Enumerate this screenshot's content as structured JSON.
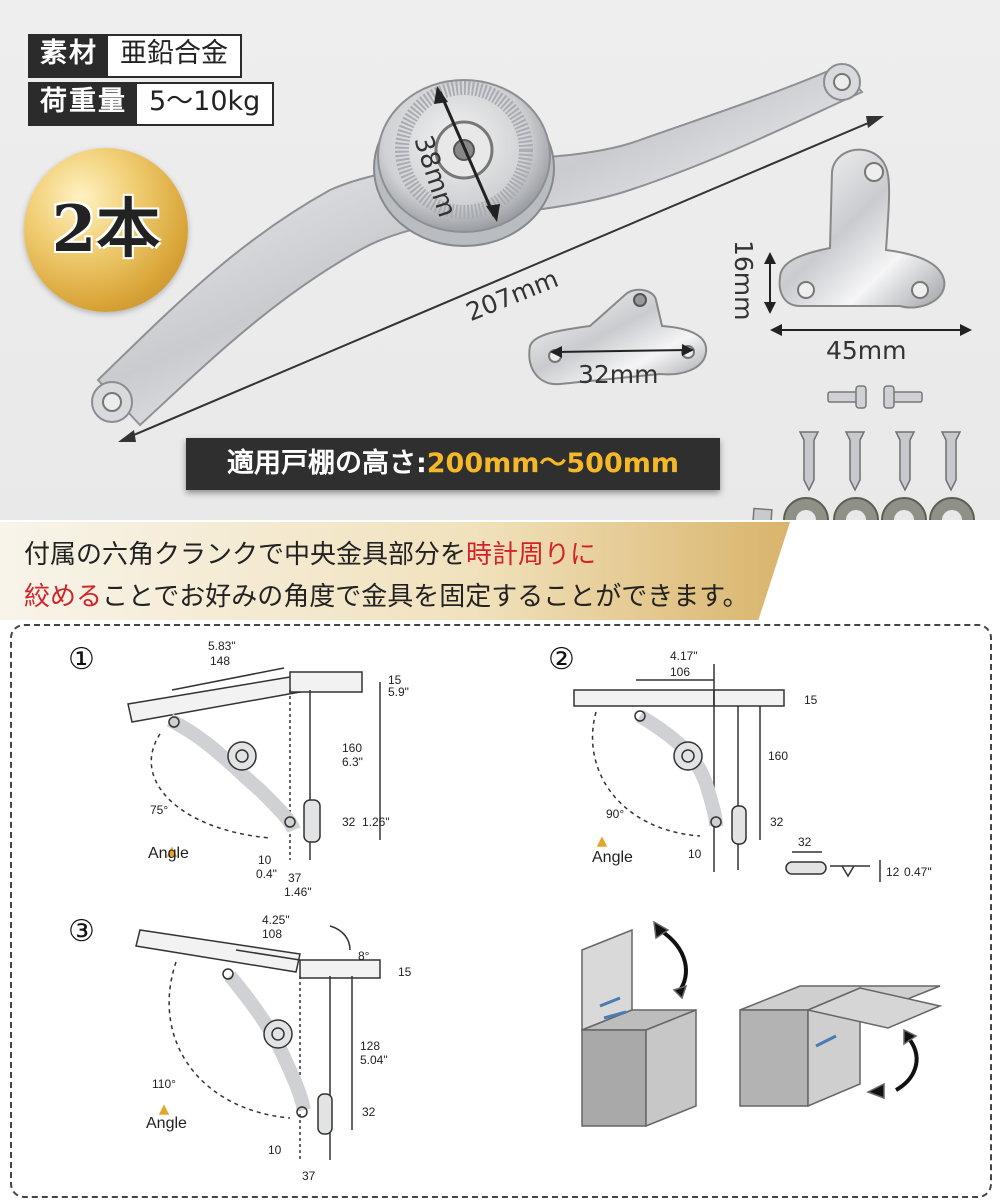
{
  "specs": {
    "material_label": "素材",
    "material_value": "亜鉛合金",
    "load_label": "荷重量",
    "load_value": "5～10kg"
  },
  "badge": "2本",
  "dims": {
    "diameter": "38mm",
    "length": "207mm",
    "bracket_height": "16mm",
    "bracket_width": "45mm",
    "small_bracket": "32mm"
  },
  "range": {
    "prefix": "適用戸棚の高さ:",
    "value": "200mm～500mm"
  },
  "instruction": {
    "line1_a": "付属の六角クランクで中央金具部分を",
    "line1_b": "時計周りに",
    "line2_a": "絞める",
    "line2_b": "ことでお好みの角度で金具を固定することができます。"
  },
  "diagrams": {
    "d1": {
      "num": "①",
      "w_in": "5.83\"",
      "w_mm": "148",
      "top": "15",
      "top_in": "5.9\"",
      "h": "160",
      "h_in": "6.3\"",
      "s": "32",
      "s_in": "1.26\"",
      "a": "10",
      "a_in": "0.4\"",
      "b": "37",
      "b_in": "1.46\"",
      "angle": "75°",
      "angle_label": "Angle"
    },
    "d2": {
      "num": "②",
      "w_in": "4.17\"",
      "w_mm": "106",
      "top": "15",
      "h": "160",
      "s": "32",
      "a": "10",
      "angle": "90°",
      "angle_label": "Angle",
      "br_w": "32",
      "br_h": "12",
      "br_h_in": "0.47\""
    },
    "d3": {
      "num": "③",
      "w_in": "4.25\"",
      "w_mm": "108",
      "tilt": "8°",
      "top": "15",
      "h": "128",
      "h_in": "5.04\"",
      "s": "32",
      "a": "10",
      "b": "37",
      "angle": "110°",
      "angle_label": "Angle"
    }
  }
}
